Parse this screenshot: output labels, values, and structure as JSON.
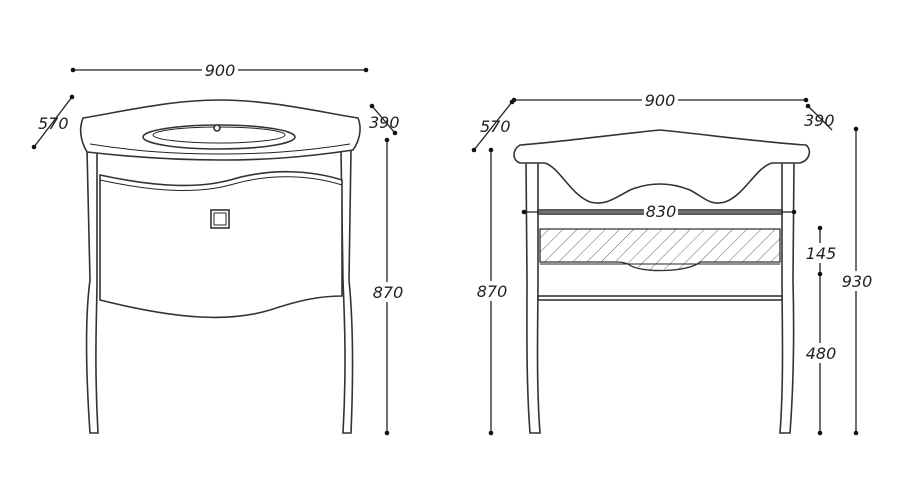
{
  "front_view": {
    "width_label": "900",
    "depth_label": "570",
    "side_depth_label": "390",
    "height_label": "870"
  },
  "side_view": {
    "width_label": "900",
    "depth_label": "570",
    "side_depth_label": "390",
    "inner_width_label": "830",
    "height_label": "870",
    "total_height_label": "930",
    "shelf_height_label": "145",
    "leg_height_label": "480"
  }
}
